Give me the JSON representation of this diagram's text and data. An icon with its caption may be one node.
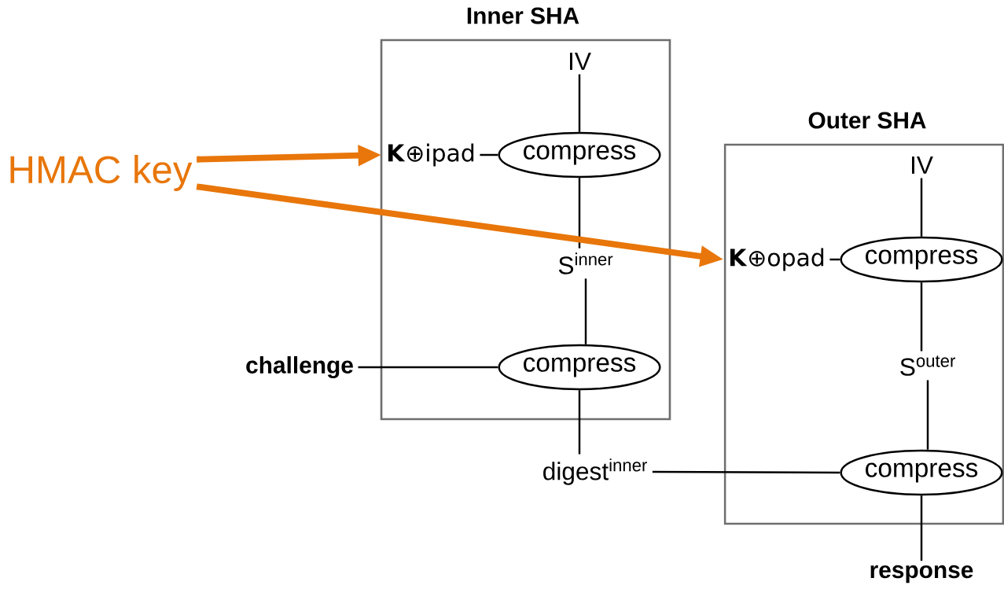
{
  "diagram": {
    "nodes": [
      {
        "text": [
          "Inner SHA"
        ]
      },
      {
        "text": [
          "IV"
        ],
        "in": 0
      },
      {
        "text": [
          "**K**⊕ipad"
        ],
        "in": 0
      },
      {
        "text": [
          "compress"
        ],
        "in": 0
      },
      {
        "text": [
          "S$^{inner}$"
        ],
        "in": 0
      },
      {
        "text": [
          "compress"
        ],
        "in": 0
      },
      {
        "text": [
          "Outer SHA"
        ]
      },
      {
        "text": [
          "IV"
        ],
        "in": 6
      },
      {
        "text": [
          "**K**⊕opad"
        ],
        "in": 6
      },
      {
        "text": [
          "compress"
        ],
        "in": 6
      },
      {
        "text": [
          "S$^{outer}$"
        ],
        "in": 6
      },
      {
        "text": [
          "compress"
        ],
        "in": 6
      },
      {
        "text": [
          "HMAC key"
        ]
      },
      {
        "text": [
          "challenge"
        ]
      },
      {
        "text": [
          "digest$^{inner}$"
        ]
      },
      {
        "text": [
          "response"
        ]
      }
    ],
    "edges": [
      {
        "from": 1,
        "to": 3,
        "arrow": "none"
      },
      {
        "from": 2,
        "to": 3,
        "arrow": "none"
      },
      {
        "from": 3,
        "to": 4,
        "arrow": "none"
      },
      {
        "from": 4,
        "to": 5,
        "arrow": "none"
      },
      {
        "from": 13,
        "to": 5,
        "arrow": "none"
      },
      {
        "from": 5,
        "to": 14,
        "arrow": "none"
      },
      {
        "from": 7,
        "to": 9,
        "arrow": "none"
      },
      {
        "from": 8,
        "to": 9,
        "arrow": "none"
      },
      {
        "from": 9,
        "to": 10,
        "arrow": "none"
      },
      {
        "from": 10,
        "to": 11,
        "arrow": "none"
      },
      {
        "from": 14,
        "to": 11,
        "arrow": "none"
      },
      {
        "from": 11,
        "to": 15,
        "arrow": "none"
      },
      {
        "from": 12,
        "to": 2,
        "arrow": "to",
        "style": "thick",
        "color": "#e8760a"
      },
      {
        "from": 12,
        "to": 8,
        "arrow": "to",
        "style": "thick",
        "color": "#e8760a"
      }
    ]
  }
}
